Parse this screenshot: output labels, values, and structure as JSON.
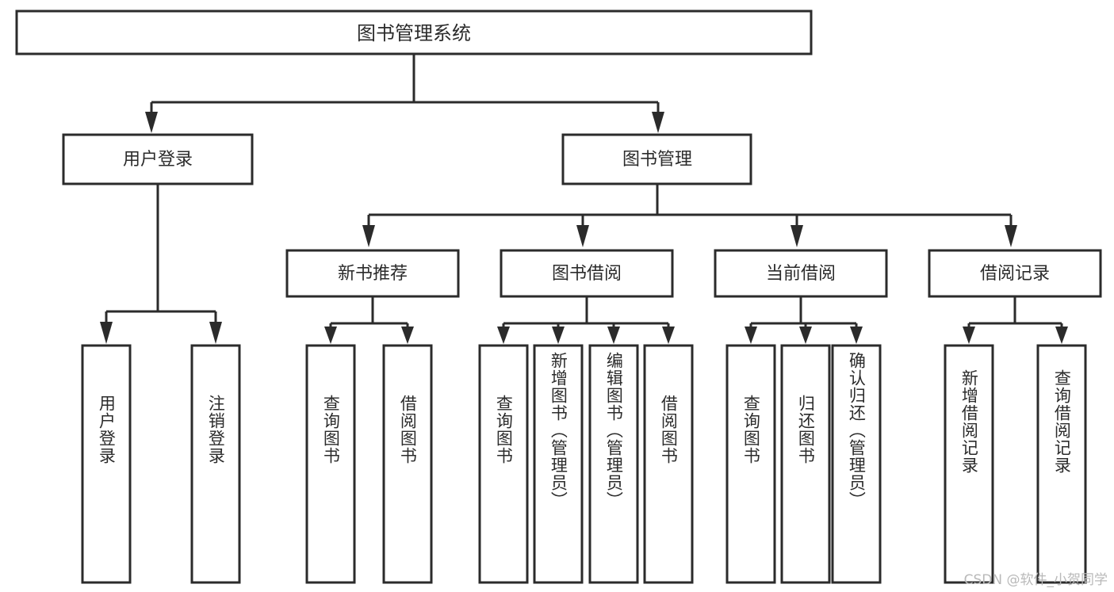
{
  "diagram": {
    "type": "tree-hierarchy",
    "title": "图书管理系统",
    "watermark": "CSDN @软件_小贺同学",
    "colors": {
      "stroke": "#2b2b2b",
      "fill": "#ffffff",
      "background": "#ffffff",
      "watermark": "#b9b9b9"
    },
    "root": {
      "label": "图书管理系统"
    },
    "level1": [
      {
        "label": "用户登录"
      },
      {
        "label": "图书管理"
      }
    ],
    "level2": [
      {
        "label": "新书推荐"
      },
      {
        "label": "图书借阅"
      },
      {
        "label": "当前借阅"
      },
      {
        "label": "借阅记录"
      }
    ],
    "leaves": {
      "user_login": [
        {
          "label": "用户登录"
        },
        {
          "label": "注销登录"
        }
      ],
      "new_book": [
        {
          "label": "查询图书"
        },
        {
          "label": "借阅图书"
        }
      ],
      "book_borrow": [
        {
          "label": "查询图书"
        },
        {
          "label": "新增图书（管理员）"
        },
        {
          "label": "编辑图书（管理员）"
        },
        {
          "label": "借阅图书"
        }
      ],
      "current_borrow": [
        {
          "label": "查询图书"
        },
        {
          "label": "归还图书"
        },
        {
          "label": "确认归还（管理员）"
        }
      ],
      "borrow_record": [
        {
          "label": "新增借阅记录"
        },
        {
          "label": "查询借阅记录"
        }
      ]
    }
  }
}
